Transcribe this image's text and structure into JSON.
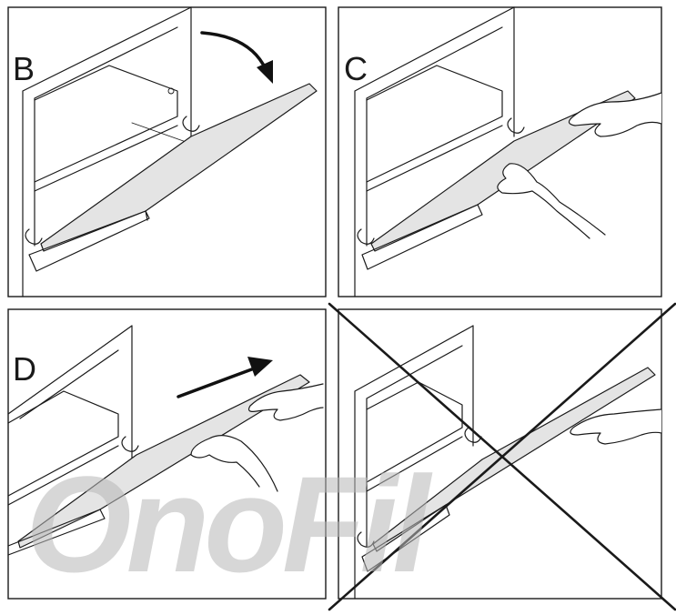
{
  "panels": [
    {
      "label": "B",
      "icon": "curved-arrow-icon"
    },
    {
      "label": "C",
      "icon": ""
    },
    {
      "label": "D",
      "icon": "straight-arrow-icon"
    },
    {
      "label": "",
      "icon": "cross-mark-icon"
    }
  ],
  "watermark": "OnoFil",
  "colors": {
    "line": "#1a1a1a",
    "glass": "#e4e4e4",
    "watermark": "#b8b8b8"
  }
}
